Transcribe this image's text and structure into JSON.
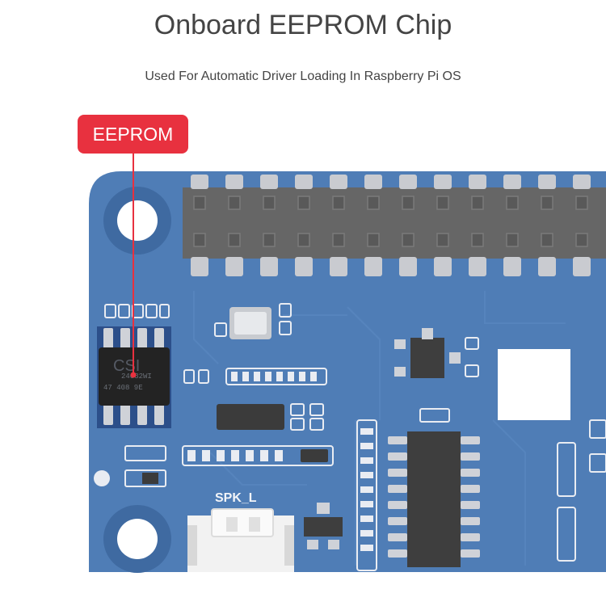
{
  "header": {
    "title": "Onboard EEPROM Chip",
    "subtitle": "Used For Automatic Driver Loading In Raspberry Pi OS"
  },
  "callout": {
    "label": "EEPROM",
    "color": "#e8313f"
  },
  "board": {
    "pcb_color": "#4f7db6",
    "chip_logo": "CSI",
    "chip_line1": "24C32WI",
    "chip_line2": "47 408 9E",
    "silkscreen_label": "SPK_L"
  }
}
